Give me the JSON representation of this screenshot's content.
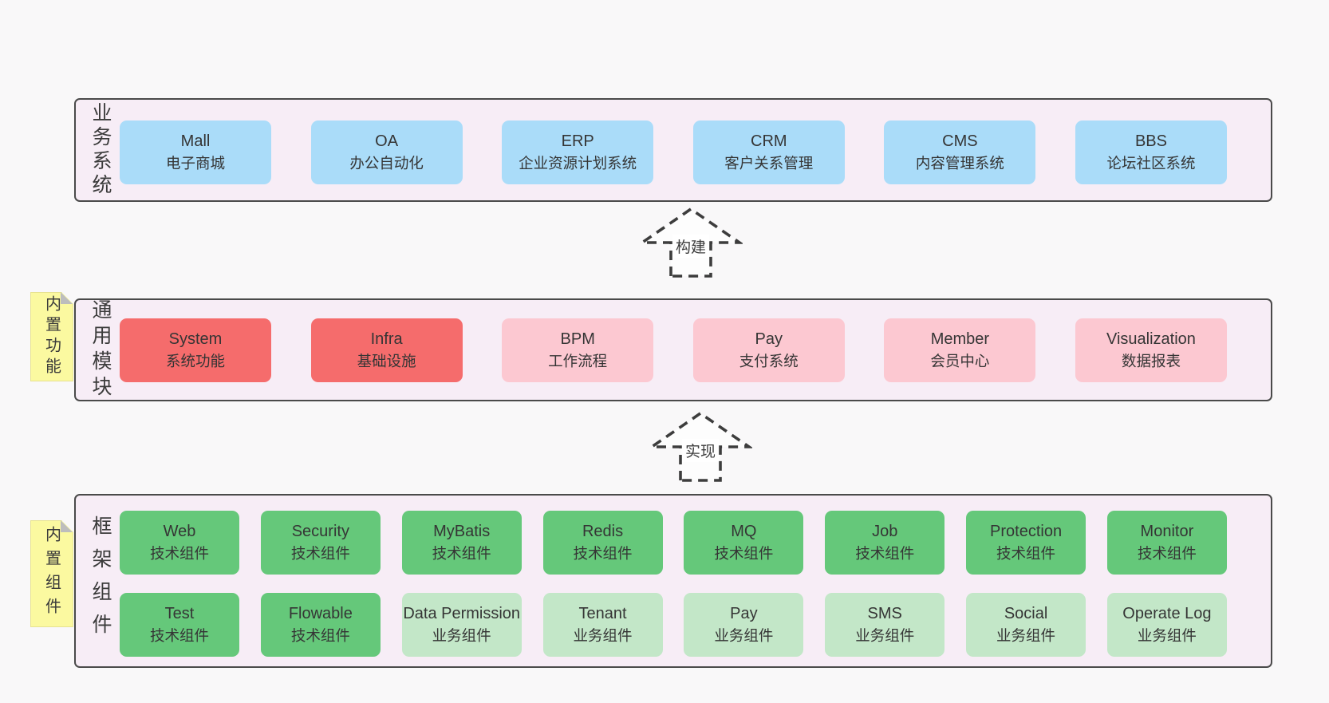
{
  "colors": {
    "page_bg": "#f9f8f9",
    "band_bg": "#f7edf6",
    "band_border": "#4a4a4a",
    "blue_box": "#aadcf9",
    "red_box": "#f56c6c",
    "pink_box": "#fcc8d1",
    "green_dark_box": "#65c87a",
    "green_light_box": "#c3e7c8",
    "sticky_yellow": "#fbf9a0",
    "text": "#3a3a3a"
  },
  "arrows": [
    {
      "label": "构建"
    },
    {
      "label": "实现"
    }
  ],
  "bands": [
    {
      "label": "业务系统",
      "boxes": [
        {
          "title": "Mall",
          "subtitle": "电子商城"
        },
        {
          "title": "OA",
          "subtitle": "办公自动化"
        },
        {
          "title": "ERP",
          "subtitle": "企业资源计划系统"
        },
        {
          "title": "CRM",
          "subtitle": "客户关系管理"
        },
        {
          "title": "CMS",
          "subtitle": "内容管理系统"
        },
        {
          "title": "BBS",
          "subtitle": "论坛社区系统"
        }
      ]
    },
    {
      "label": "通用模块",
      "sticky": "内置功能",
      "boxes": [
        {
          "title": "System",
          "subtitle": "系统功能"
        },
        {
          "title": "Infra",
          "subtitle": "基础设施"
        },
        {
          "title": "BPM",
          "subtitle": "工作流程"
        },
        {
          "title": "Pay",
          "subtitle": "支付系统"
        },
        {
          "title": "Member",
          "subtitle": "会员中心"
        },
        {
          "title": "Visualization",
          "subtitle": "数据报表"
        }
      ]
    },
    {
      "label": "框架组件",
      "sticky": "内置组件",
      "rows": [
        [
          {
            "title": "Web",
            "subtitle": "技术组件"
          },
          {
            "title": "Security",
            "subtitle": "技术组件"
          },
          {
            "title": "MyBatis",
            "subtitle": "技术组件"
          },
          {
            "title": "Redis",
            "subtitle": "技术组件"
          },
          {
            "title": "MQ",
            "subtitle": "技术组件"
          },
          {
            "title": "Job",
            "subtitle": "技术组件"
          },
          {
            "title": "Protection",
            "subtitle": "技术组件"
          },
          {
            "title": "Monitor",
            "subtitle": "技术组件"
          }
        ],
        [
          {
            "title": "Test",
            "subtitle": "技术组件"
          },
          {
            "title": "Flowable",
            "subtitle": "技术组件"
          },
          {
            "title": "Data Permission",
            "subtitle": "业务组件"
          },
          {
            "title": "Tenant",
            "subtitle": "业务组件"
          },
          {
            "title": "Pay",
            "subtitle": "业务组件"
          },
          {
            "title": "SMS",
            "subtitle": "业务组件"
          },
          {
            "title": "Social",
            "subtitle": "业务组件"
          },
          {
            "title": "Operate Log",
            "subtitle": "业务组件"
          }
        ]
      ]
    }
  ]
}
